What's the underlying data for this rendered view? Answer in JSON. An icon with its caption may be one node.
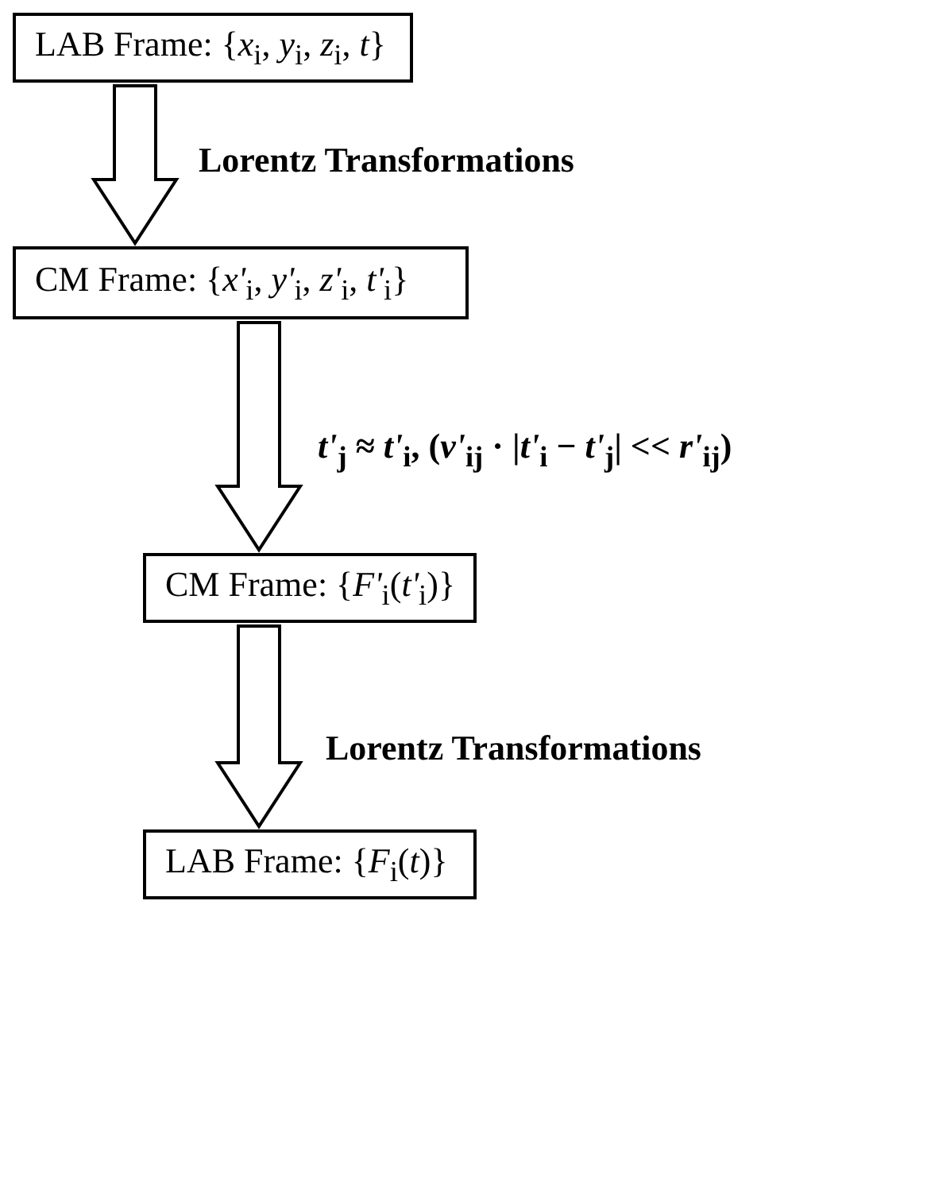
{
  "diagram": {
    "nodes": [
      {
        "text": [
          "LAB Frame: {*x*$_{i}$, *y*$_{i}$, *z*$_{i}$, *t*}"
        ]
      },
      {
        "text": [
          "CM Frame: {*x'*$_{i}$, *y'*$_{i}$, *z'*$_{i}$, *t'*$_{i}$}"
        ]
      },
      {
        "text": [
          "CM Frame: {*F'*$_{i}$(*t'*$_{i}$)}"
        ]
      },
      {
        "text": [
          "LAB Frame: {*F*$_{i}$(*t*)}"
        ]
      }
    ],
    "edges": [
      {
        "from": 0,
        "to": 1,
        "arrow": "to",
        "label": "Lorentz Transformations"
      },
      {
        "from": 1,
        "to": 2,
        "arrow": "to",
        "label": "*t'*$_{j}$ ≈ *t'*$_{i}$,  (*v'*$_{ij}$ · |*t'*$_{i}$ − *t'*$_{j}$| << *r'*$_{ij}$)"
      },
      {
        "from": 2,
        "to": 3,
        "arrow": "to",
        "label": "Lorentz Transformations"
      }
    ]
  }
}
